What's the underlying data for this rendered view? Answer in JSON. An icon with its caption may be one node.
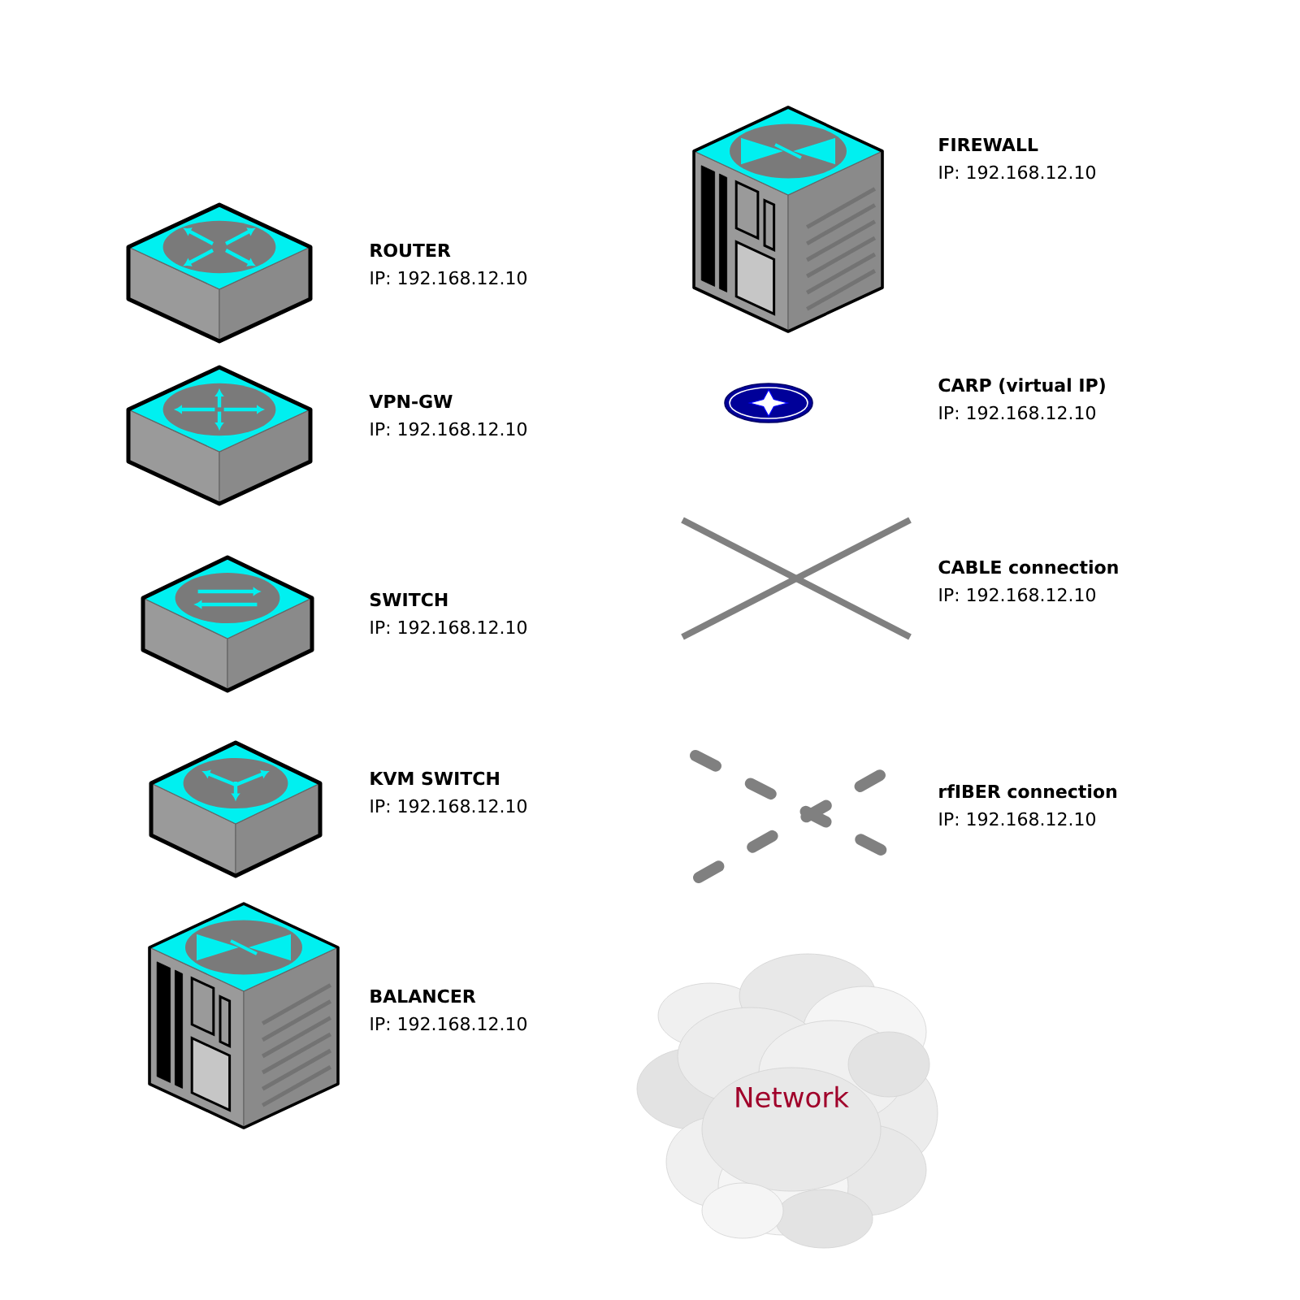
{
  "diagram": {
    "nodes": [
      {
        "text": [],
        "shape": "picture",
        "beside": [
          "ROUTER",
          "IP: 192.168.12.10"
        ]
      },
      {
        "text": [],
        "shape": "picture",
        "beside": [
          "VPN-GW",
          "IP: 192.168.12.10"
        ]
      },
      {
        "text": [],
        "shape": "picture",
        "beside": [
          "SWITCH",
          "IP: 192.168.12.10"
        ]
      },
      {
        "text": [],
        "shape": "picture",
        "beside": [
          "KVM SWITCH",
          "IP: 192.168.12.10"
        ]
      },
      {
        "text": [],
        "shape": "picture",
        "beside": [
          "BALANCER",
          "IP: 192.168.12.10"
        ]
      },
      {
        "text": [],
        "shape": "picture",
        "beside": [
          "FIREWALL",
          "IP: 192.168.12.10"
        ]
      },
      {
        "text": [],
        "shape": "picture",
        "beside": [
          "CARP (virtual IP)",
          "IP: 192.168.12.10"
        ]
      },
      {
        "text": [],
        "shape": "picture",
        "beside": [
          "CABLE connection",
          "IP: 192.168.12.10"
        ]
      },
      {
        "text": [],
        "shape": "picture",
        "beside": [
          "rfIBER connection",
          "IP: 192.168.12.10"
        ]
      },
      {
        "text": [
          "Network"
        ]
      }
    ]
  }
}
